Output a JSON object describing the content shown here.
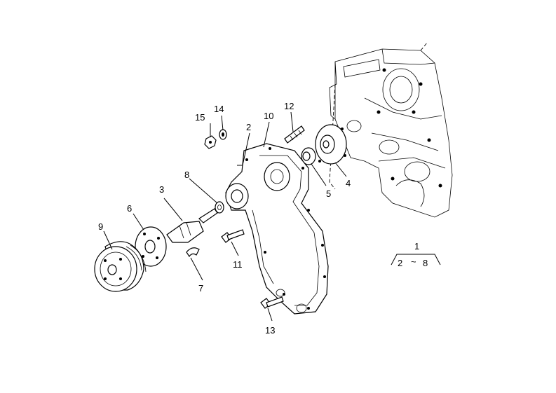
{
  "diagram": {
    "callouts": {
      "p1": "1",
      "p2": "2",
      "p3": "3",
      "p4": "4",
      "p5": "5",
      "p6": "6",
      "p7": "7",
      "p8": "8",
      "p9": "9",
      "p10": "10",
      "p11": "11",
      "p12": "12",
      "p13": "13",
      "p14": "14",
      "p15": "15"
    },
    "group_ref": {
      "top": "1",
      "left": "2",
      "sep": "~",
      "right": "8"
    }
  }
}
